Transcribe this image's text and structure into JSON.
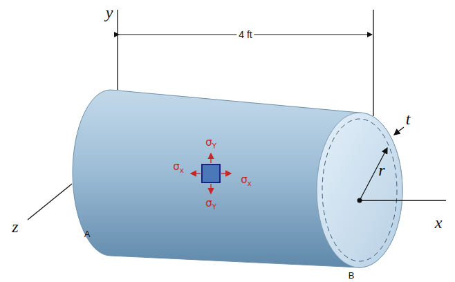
{
  "diagram": {
    "labels": [
      "y",
      "4 ft",
      "z",
      "A",
      "B",
      "r",
      "t",
      "x",
      "σY",
      "σx",
      "σx",
      "σY"
    ]
  }
}
